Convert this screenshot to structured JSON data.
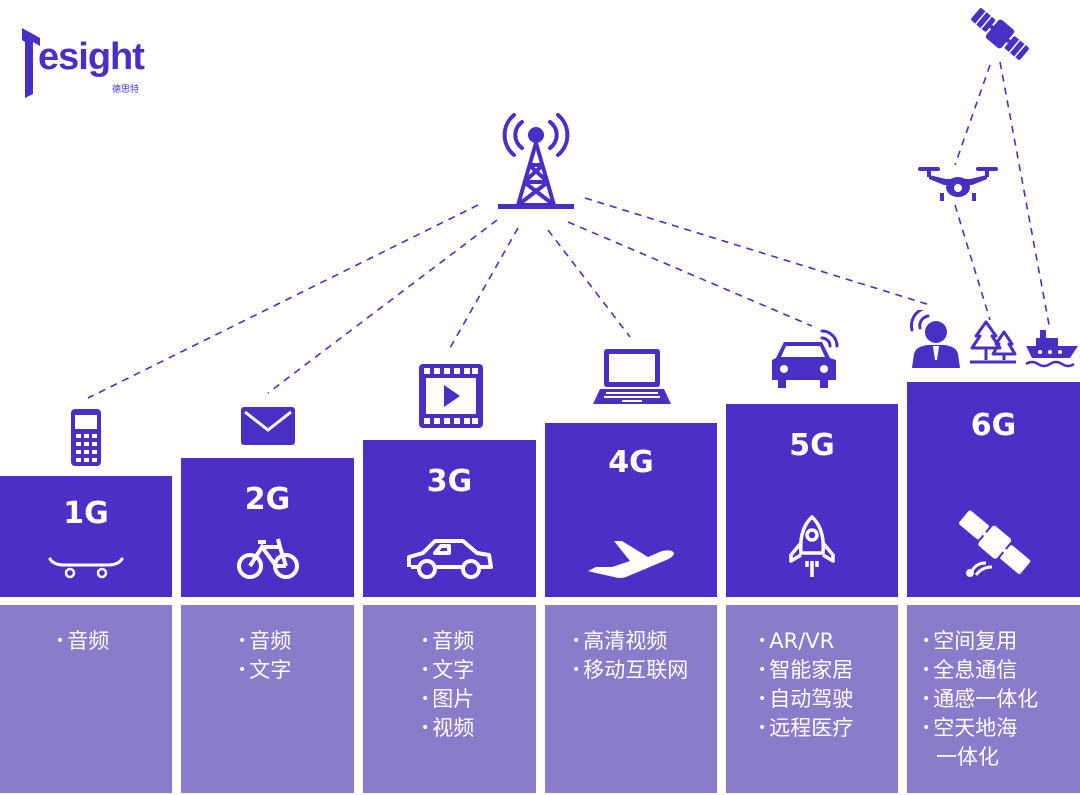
{
  "logo": {
    "brand": "esight",
    "sub": "德思特"
  },
  "colors": {
    "block": "#4b2fc6",
    "panel": "#8b7bcb",
    "icon": "#4a2fc4",
    "line": "#4a2fc4"
  },
  "generations": [
    {
      "label": "1G",
      "transport_icon": "skateboard-icon",
      "device_icon": "feature-phone-icon",
      "features": [
        "音频"
      ]
    },
    {
      "label": "2G",
      "transport_icon": "bicycle-icon",
      "device_icon": "envelope-icon",
      "features": [
        "音频",
        "文字"
      ]
    },
    {
      "label": "3G",
      "transport_icon": "car-icon",
      "device_icon": "video-player-icon",
      "features": [
        "音频",
        "文字",
        "图片",
        "视频"
      ]
    },
    {
      "label": "4G",
      "transport_icon": "airplane-icon",
      "device_icon": "laptop-icon",
      "features": [
        "高清视频",
        "移动互联网"
      ]
    },
    {
      "label": "5G",
      "transport_icon": "rocket-icon",
      "device_icon": "connected-car-icon",
      "features": [
        "AR/VR",
        "智能家居",
        "自动驾驶",
        "远程医疗"
      ]
    },
    {
      "label": "6G",
      "transport_icon": "satellite-icon",
      "device_icon": "person-tree-ship-icons",
      "features": [
        "空间复用",
        "全息通信",
        "通感一体化",
        "空天地海"
      ],
      "continuation": "一体化"
    }
  ],
  "hub_icon": "cell-tower-icon",
  "sky_icons": [
    "satellite-icon",
    "drone-icon"
  ]
}
